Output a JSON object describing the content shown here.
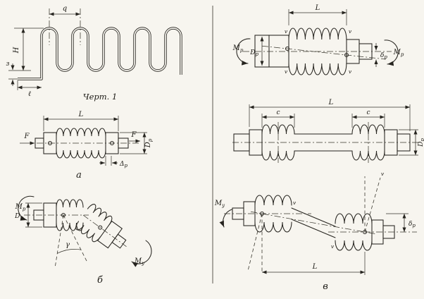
{
  "colors": {
    "paper": "#f7f5ef",
    "ink": "#26241f"
  },
  "drawing": {
    "caption": "Черт. 1",
    "profile": {
      "q": "q",
      "H": "H",
      "s": "з",
      "l": "ℓ"
    },
    "fig_a": {
      "label": "а",
      "L": "L",
      "F": "F",
      "Dp": {
        "b": "D",
        "s": "p"
      },
      "delta": {
        "b": "Δ",
        "s": "p"
      }
    },
    "fig_b": {
      "label": "б",
      "gamma": "γ",
      "Dp": {
        "b": "D",
        "s": "p"
      },
      "M_left": {
        "b": "M",
        "s": "p"
      },
      "M_right": {
        "b": "M",
        "s": "у"
      }
    },
    "fig_angular": {
      "L": "L",
      "weld": "v",
      "Dp": {
        "b": "D",
        "s": "p"
      },
      "delta": {
        "b": "δ",
        "s": "p"
      },
      "M_left": {
        "b": "M",
        "s": "p"
      },
      "M_right": {
        "b": "M",
        "s": "p"
      }
    },
    "fig_double": {
      "L": "L",
      "c": "c",
      "Dp": {
        "b": "D",
        "s": "p"
      }
    },
    "fig_lateral": {
      "label": "в",
      "L": "L",
      "weld": "v",
      "My": {
        "b": "M",
        "s": "у"
      },
      "delta": {
        "b": "δ",
        "s": "p"
      }
    }
  }
}
